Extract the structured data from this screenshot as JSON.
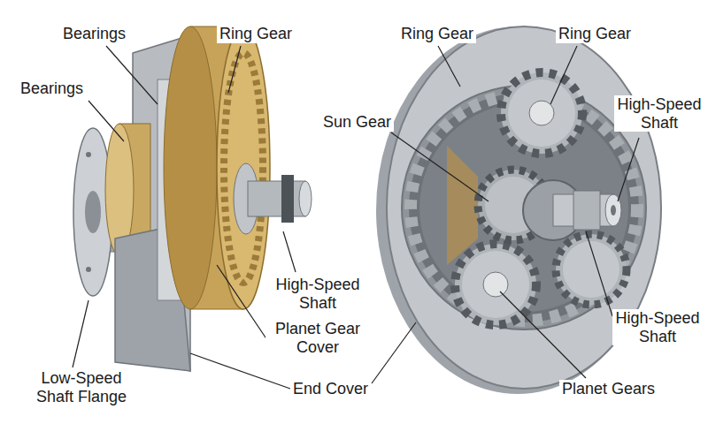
{
  "diagram": {
    "labels": [
      "Bearings",
      "Ring Gear",
      "Bearings",
      "High-Speed Shaft",
      "Planet Gear Cover",
      "Low-Speed Shaft Flange",
      "End Cover",
      "Ring Gear",
      "Ring Gear",
      "Sun Gear",
      "High-Speed Shaft",
      "High-Speed Shaft",
      "Planet Gears"
    ]
  }
}
